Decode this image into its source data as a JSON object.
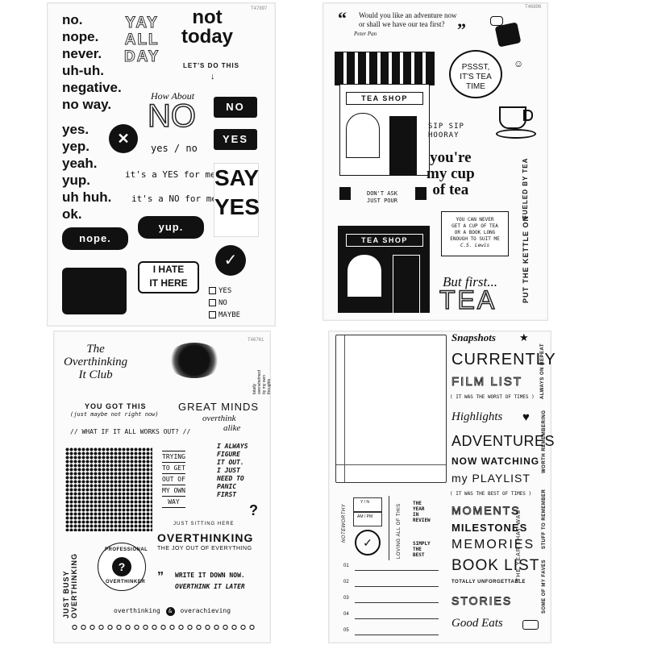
{
  "sheet1": {
    "code": "T47897",
    "no_words": [
      "no.",
      "nope.",
      "never.",
      "uh-uh.",
      "negative.",
      "no way."
    ],
    "yes_words": [
      "yes.",
      "yep.",
      "yeah.",
      "yup.",
      "uh huh.",
      "ok."
    ],
    "yay": [
      "YAY",
      "ALL",
      "DAY"
    ],
    "not_today": [
      "not",
      "today"
    ],
    "lets_do_this": "LET'S DO THIS",
    "how_about": "How About",
    "no_big": "NO",
    "no_label": "NO",
    "yes_label": "YES",
    "yes_no": "yes / no",
    "yes_for_me": "it's a YES for me",
    "no_for_me": "it's a NO for me",
    "say_yes": [
      "SAY",
      "YES"
    ],
    "nope_bubble": "nope.",
    "yup_bubble": "yup.",
    "i_hate": [
      "I HATE",
      "IT HERE"
    ],
    "checklist": [
      "YES",
      "NO",
      "MAYBE"
    ]
  },
  "sheet2": {
    "code": "T46896",
    "quote": [
      "Would you like an adventure now",
      "or shall we have our tea first?"
    ],
    "quote_author": "Peter Pan",
    "tea_shop_1": "TEA SHOP",
    "tea_shop_2": "TEA SHOP",
    "pssst": [
      "PSSST,",
      "IT'S TEA",
      "TIME"
    ],
    "sip_sip": [
      "SIP SIP",
      "HOORAY"
    ],
    "youre": [
      "you're",
      "my cup",
      "of tea"
    ],
    "dont_ask": [
      "DON'T ASK",
      "JUST POUR"
    ],
    "fueled": "FUELED BY TEA",
    "cs_lewis": [
      "YOU CAN NEVER",
      "GET A CUP OF TEA",
      "OR A BOOK LONG",
      "ENOUGH TO SUIT ME"
    ],
    "cs_lewis_author": "C.S. Lewis",
    "put_kettle": "PUT THE KETTLE ON",
    "but_first": "But first...",
    "tea_big": "TEA"
  },
  "sheet3": {
    "code": "T46761",
    "overthinking_club": [
      "The",
      "Overthinking",
      "It Club"
    ],
    "totally": [
      "totally",
      "overwhelmed",
      "by my own",
      "thoughts"
    ],
    "you_got_this": "YOU GOT THIS",
    "maybe_not": "(just maybe not right now)",
    "great_minds": "GREAT MINDS",
    "overthink": "overthink",
    "alike": "alike",
    "what_if": "// WHAT IF IT ALL WORKS OUT? //",
    "trying": [
      "TRYING",
      "TO GET",
      "OUT OF",
      "MY OWN",
      "WAY"
    ],
    "i_always": [
      "I ALWAYS",
      "FIGURE",
      "IT OUT.",
      "I JUST",
      "NEED TO",
      "PANIC",
      "FIRST"
    ],
    "just_sitting": "JUST SITTING HERE",
    "overthinking": "OVERTHINKING",
    "joy_out": "THE JOY OUT OF EVERYTHING",
    "just_busy": [
      "JUST BUSY",
      "OVERTHINKING"
    ],
    "professional": "PROFESSIONAL",
    "overthinker": "OVERTHINKER",
    "question": "?",
    "write_it": "WRITE IT DOWN NOW.",
    "overthink_later": "OVERTHINK IT LATER",
    "overthinking_and": "overthinking",
    "amp": "&",
    "overachieving": "overachieving"
  },
  "sheet4": {
    "snapshots": "Snapshots",
    "star": "★",
    "currently": "CURRENTLY",
    "always_on_repeat": "ALWAYS ON REPEAT",
    "film_list": "FILM LIST",
    "worst_of_times": "( IT WAS THE WORST OF TIMES )",
    "highlights": "Highlights",
    "heart": "♥",
    "adventures": "ADVENTURES",
    "now_watching": "NOW WATCHING",
    "worth_remembering": "WORTH REMEMBERING",
    "my_playlist": "my PLAYLIST",
    "best_of_times": "( IT WAS THE BEST OF TIMES )",
    "moments": "MOMENTS",
    "milestones": "MILESTONES",
    "memories": "MEMORIES",
    "book_list": "BOOK LIST",
    "totally_unforgettable": "TOTALLY UNFORGETTABLE",
    "stories": "STORIES",
    "good_eats": "Good Eats",
    "year_that_was": "THE YEAR THAT WAS",
    "stuff_to_remember": "STUFF TO REMEMBER",
    "some_of_my_faves": "SOME OF MY FAVES",
    "noteworthy": "NOTEWORTHY",
    "yn": "Y / N",
    "ampm": "AM / PM",
    "loving_all_this": "LOVING ALL OF THIS",
    "year_in_review": [
      "THE",
      "YEAR",
      "IN",
      "REVIEW"
    ],
    "simply_the_best": [
      "SIMPLY",
      "THE",
      "BEST"
    ],
    "numbers": [
      "01",
      "02",
      "03",
      "04",
      "05"
    ]
  }
}
